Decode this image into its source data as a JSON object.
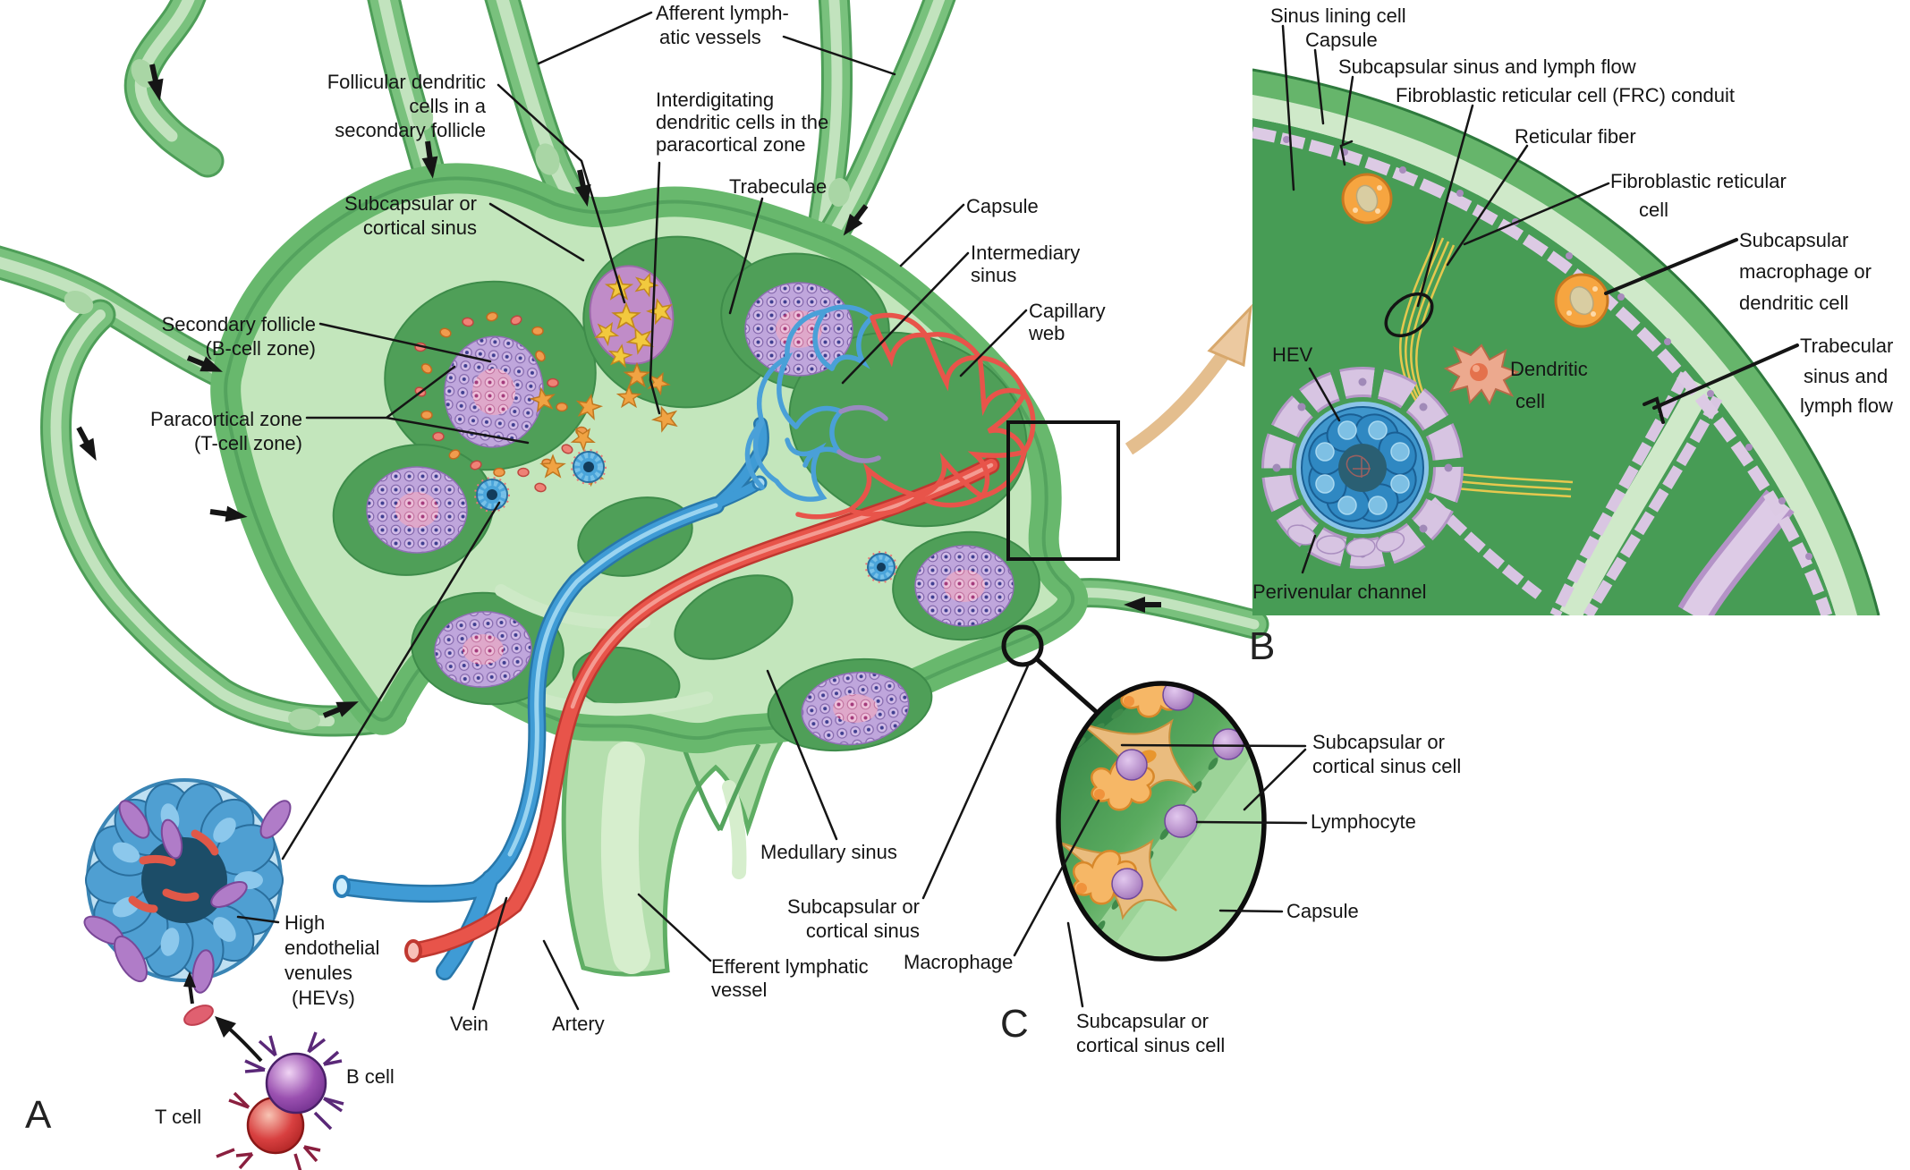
{
  "panels": {
    "a": "A",
    "b": "B",
    "c": "C"
  },
  "main_labels": {
    "afferent": [
      "Afferent lymph-",
      "atic vessels"
    ],
    "follicular_dendritic": [
      "Follicular dendritic",
      "cells in a",
      "secondary follicle"
    ],
    "subcapsular_top": [
      "Subcapsular or",
      "cortical sinus"
    ],
    "interdigitating": [
      "Interdigitating",
      "dendritic cells in the",
      "paracortical zone"
    ],
    "trabeculae": "Trabeculae",
    "capsule": "Capsule",
    "intermediary": [
      "Intermediary",
      "sinus"
    ],
    "capillary_web": [
      "Capillary",
      "web"
    ],
    "secondary_follicle": [
      "Secondary follicle",
      "(B-cell zone)"
    ],
    "paracortical": [
      "Paracortical zone",
      "(T-cell zone)"
    ],
    "medullary": "Medullary sinus",
    "subcapsular_bottom": [
      "Subcapsular or",
      "cortical sinus"
    ],
    "efferent": [
      "Efferent lymphatic",
      "vessel"
    ],
    "vein": "Vein",
    "artery": "Artery",
    "hev": [
      "High",
      "endothelial",
      "venules",
      "(HEVs)"
    ],
    "b_cell": "B cell",
    "t_cell": "T cell"
  },
  "panel_b_labels": {
    "sinus_lining": "Sinus lining cell",
    "capsule": "Capsule",
    "subcapsular_flow": "Subcapsular sinus and lymph flow",
    "frc_conduit": "Fibroblastic reticular cell (FRC) conduit",
    "reticular_fiber": "Reticular fiber",
    "frc": [
      "Fibroblastic reticular",
      "cell"
    ],
    "subcap_macrophage": [
      "Subcapsular",
      "macrophage or",
      "dendritic cell"
    ],
    "trabecular_flow": [
      "Trabecular",
      "sinus and",
      "lymph flow"
    ],
    "hev": "HEV",
    "dendritic": [
      "Dendritic",
      "cell"
    ],
    "perivenular": "Perivenular channel"
  },
  "panel_c_labels": {
    "sinus_cell": [
      "Subcapsular or",
      "cortical sinus cell"
    ],
    "lymphocyte": "Lymphocyte",
    "capsule": "Capsule",
    "macrophage": "Macrophage",
    "sinus_cell_2": [
      "Subcapsular or",
      "cortical sinus cell"
    ]
  },
  "colors": {
    "node_green": "#6ab76c",
    "sinus_light_green": "#c3e6bc",
    "lobe_green": "#4f9f58",
    "panel_b_interior": "#479c55",
    "lymph_vessel_green": "#79c17d",
    "vein_blue": "#3f9bd5",
    "artery_red": "#e8544a",
    "follicle_purple": "#bfa6dc",
    "follicle_pink": "#dfa8ca",
    "hev_blue": "#3f96cc",
    "lavender_cell": "#d7c4e2",
    "macrophage_orange": "#f6a540",
    "star_yellow": "#f2c93e",
    "star_orange": "#f0a343",
    "fiber_yellow": "#e6c84e",
    "tan_arrow": "#ecc9a0",
    "leader_black": "#151515"
  }
}
